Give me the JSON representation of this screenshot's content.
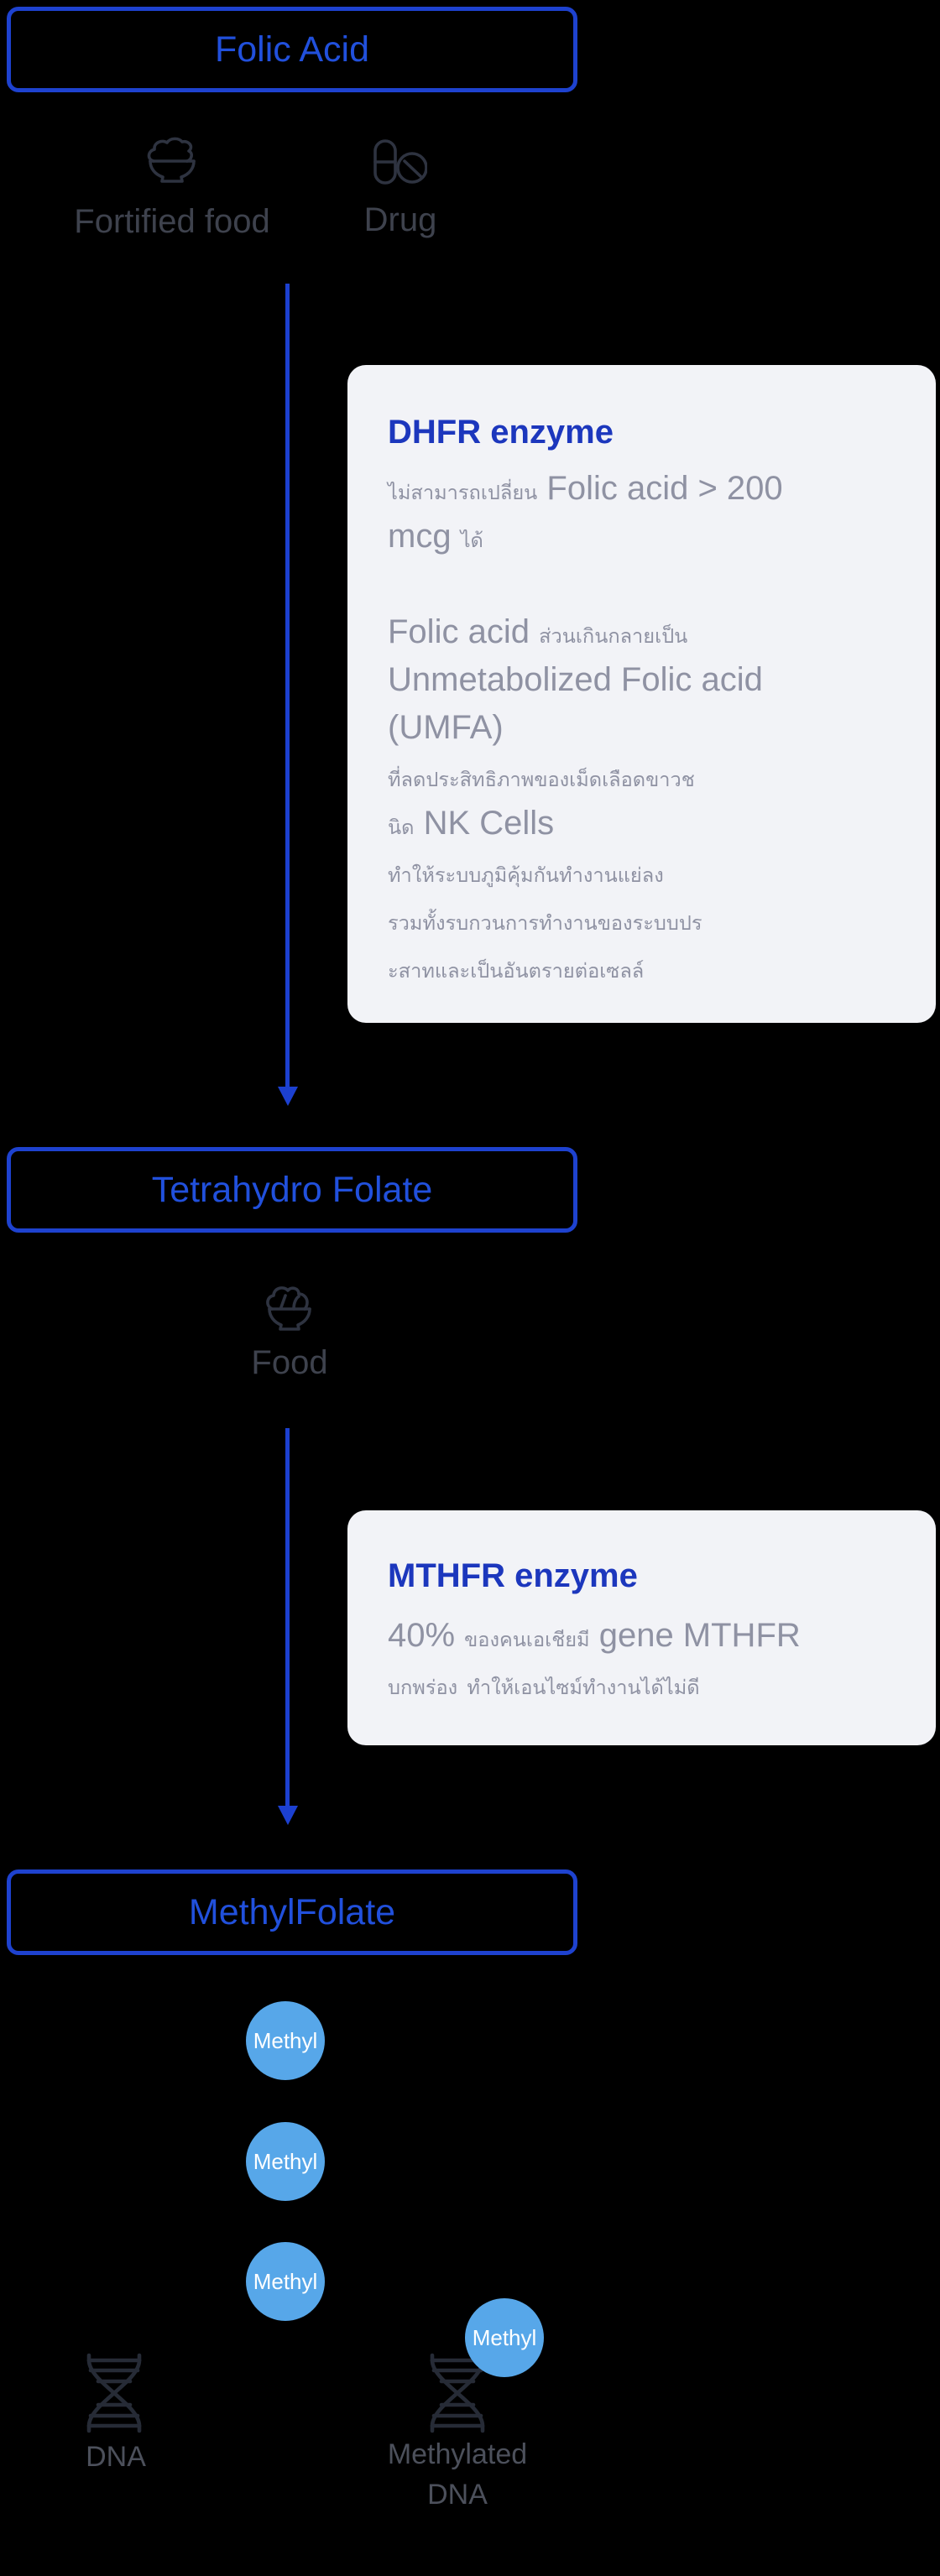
{
  "flow": {
    "node_folic": {
      "label": "Folic Acid"
    },
    "node_tetra": {
      "label": "Tetrahydro Folate"
    },
    "node_methylfolate": {
      "label": "MethylFolate"
    }
  },
  "top_sources": [
    {
      "icon": "rice-bowl-icon",
      "label": "Fortified food"
    },
    {
      "icon": "pills-icon",
      "label": "Drug"
    }
  ],
  "mid_source": {
    "icon": "salad-bowl-icon",
    "label": "Food"
  },
  "cards": {
    "dhfr": {
      "title": "DHFR enzyme",
      "para1": "ไม่สามารถเปลี่ยน Folic acid > 200\nmcg ได้",
      "para2": "Folic acid ส่วนเกินกลายเป็น\nUnmetabolized Folic acid\n(UMFA)\nที่ลดประสิทธิภาพของเม็ดเลือดขาวช\nนิด NK Cells\nทำให้ระบบภูมิคุ้มกันทำงานแย่ลง\nรวมทั้งรบกวนการทำงานของระบบปร\nะสาทและเป็นอันตรายต่อเซลล์"
    },
    "mthfr": {
      "title": "MTHFR enzyme",
      "body": "40% ของคนเอเชียมี gene MTHFR\nบกพร่อง ทำให้เอนไซม์ทำงานได้ไม่ดี"
    }
  },
  "methyl": {
    "label": "Methyl"
  },
  "dna": {
    "plain": {
      "icon": "dna-icon",
      "label": "DNA"
    },
    "methylated": {
      "icon": "dna-icon",
      "label": "Methylated\nDNA"
    }
  },
  "colors": {
    "background": "#000000",
    "box_border_blue": "#1e42cf",
    "box_text_blue": "#2150dc",
    "card_title_blue": "#1c37bd",
    "card_background": "#f2f3f7",
    "card_text_gray": "#8f92a3",
    "icon_gray": "#2e3340",
    "methyl_blue": "#57a7e9",
    "white": "#ffffff"
  }
}
